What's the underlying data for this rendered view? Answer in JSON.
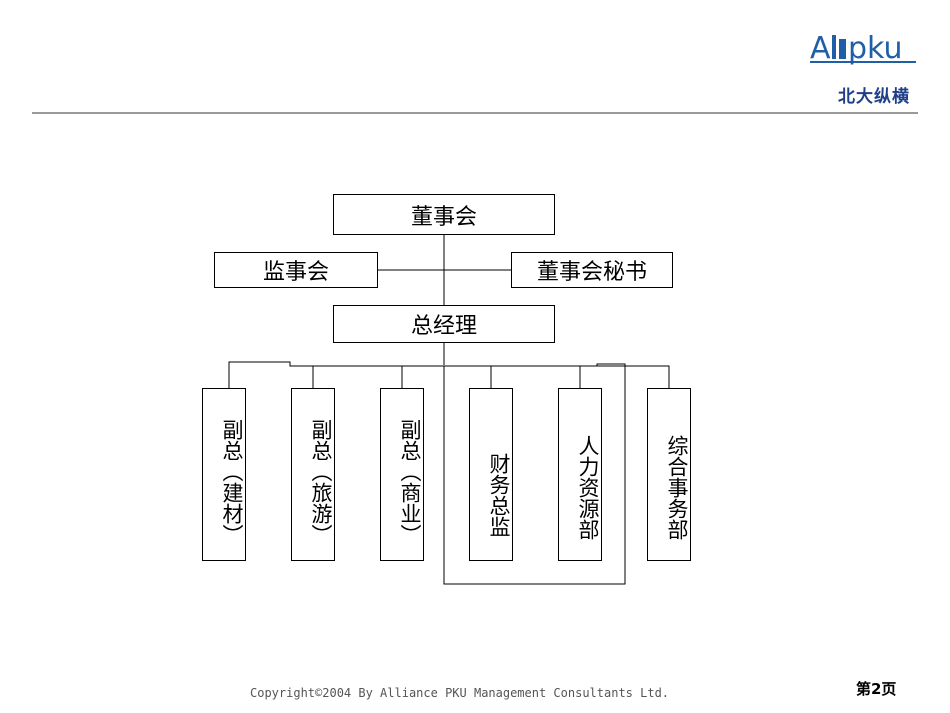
{
  "header": {
    "logo_text": "AL pku",
    "logo_subtitle": "北大纵横"
  },
  "org_chart": {
    "board": "董事会",
    "supervisory_board": "监事会",
    "board_secretary": "董事会秘书",
    "general_manager": "总经理",
    "departments": [
      {
        "label": "副总（建材）"
      },
      {
        "label": "副总（旅游）"
      },
      {
        "label": "副总（商业）"
      },
      {
        "label": "财务总监"
      },
      {
        "label": "人力资源部"
      },
      {
        "label": "综合事务部"
      }
    ]
  },
  "footer": {
    "copyright": "Copyright©2004 By Alliance PKU Management Consultants Ltd.",
    "page_number": "第2页"
  }
}
